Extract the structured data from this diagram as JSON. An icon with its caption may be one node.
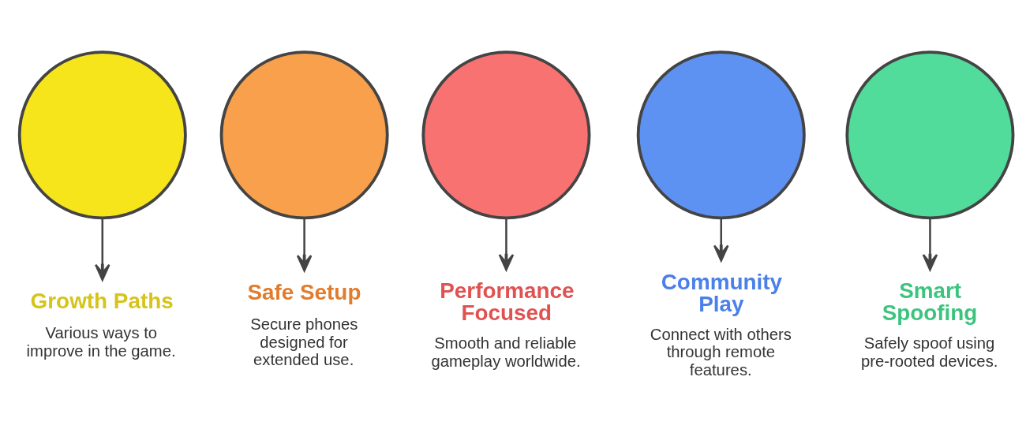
{
  "diagram": {
    "nodes": [
      {
        "text": [],
        "shape": "circle"
      },
      {
        "text": [],
        "shape": "circle"
      },
      {
        "text": [],
        "shape": "circle"
      },
      {
        "text": [],
        "shape": "circle"
      },
      {
        "text": [],
        "shape": "circle"
      },
      {
        "text": [
          "Growth Paths",
          "Various ways to improve in the game."
        ]
      },
      {
        "text": [
          "Safe Setup",
          "Secure phones designed for extended use."
        ]
      },
      {
        "text": [
          "Performance Focused",
          "Smooth and reliable gameplay worldwide."
        ]
      },
      {
        "text": [
          "Community Play",
          "Connect with others through remote features."
        ]
      },
      {
        "text": [
          "Smart Spoofing",
          "Safely spoof using pre-rooted devices."
        ]
      }
    ],
    "edges": [
      {
        "from": 0,
        "to": 5,
        "arrow": "to"
      },
      {
        "from": 1,
        "to": 6,
        "arrow": "to"
      },
      {
        "from": 2,
        "to": 7,
        "arrow": "to"
      },
      {
        "from": 3,
        "to": 8,
        "arrow": "to"
      },
      {
        "from": 4,
        "to": 9,
        "arrow": "to"
      }
    ]
  }
}
